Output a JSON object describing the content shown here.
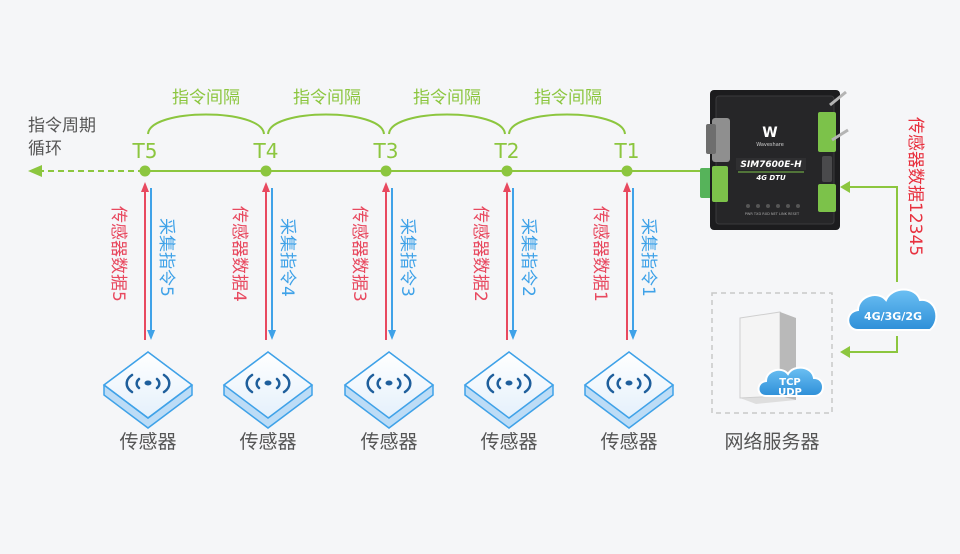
{
  "timeline": {
    "cycle_label_line1": "指令周期",
    "cycle_label_line2": "循环",
    "interval_label": "指令间隔",
    "points": [
      "T5",
      "T4",
      "T3",
      "T2",
      "T1"
    ]
  },
  "sensors": [
    {
      "data_label": "传感器数据5",
      "cmd_label": "采集指令5",
      "name": "传感器"
    },
    {
      "data_label": "传感器数据4",
      "cmd_label": "采集指令4",
      "name": "传感器"
    },
    {
      "data_label": "传感器数据3",
      "cmd_label": "采集指令3",
      "name": "传感器"
    },
    {
      "data_label": "传感器数据2",
      "cmd_label": "采集指令2",
      "name": "传感器"
    },
    {
      "data_label": "传感器数据1",
      "cmd_label": "采集指令1",
      "name": "传感器"
    }
  ],
  "device": {
    "model": "SIM7600E-H",
    "subtitle": "4G DTU",
    "brand": "Waveshare",
    "port_labels": "PWR  TXD  RXD  NET  LINK RESET"
  },
  "network": {
    "cloud_label": "4G/3G/2G",
    "uplink_label": "传感器数据12345",
    "server_name": "网络服务器",
    "protocol_line1": "TCP",
    "protocol_line2": "UDP"
  },
  "colors": {
    "green": "#8cc63f",
    "red": "#e8495f",
    "blue": "#3fa2e8",
    "text": "#555555"
  }
}
